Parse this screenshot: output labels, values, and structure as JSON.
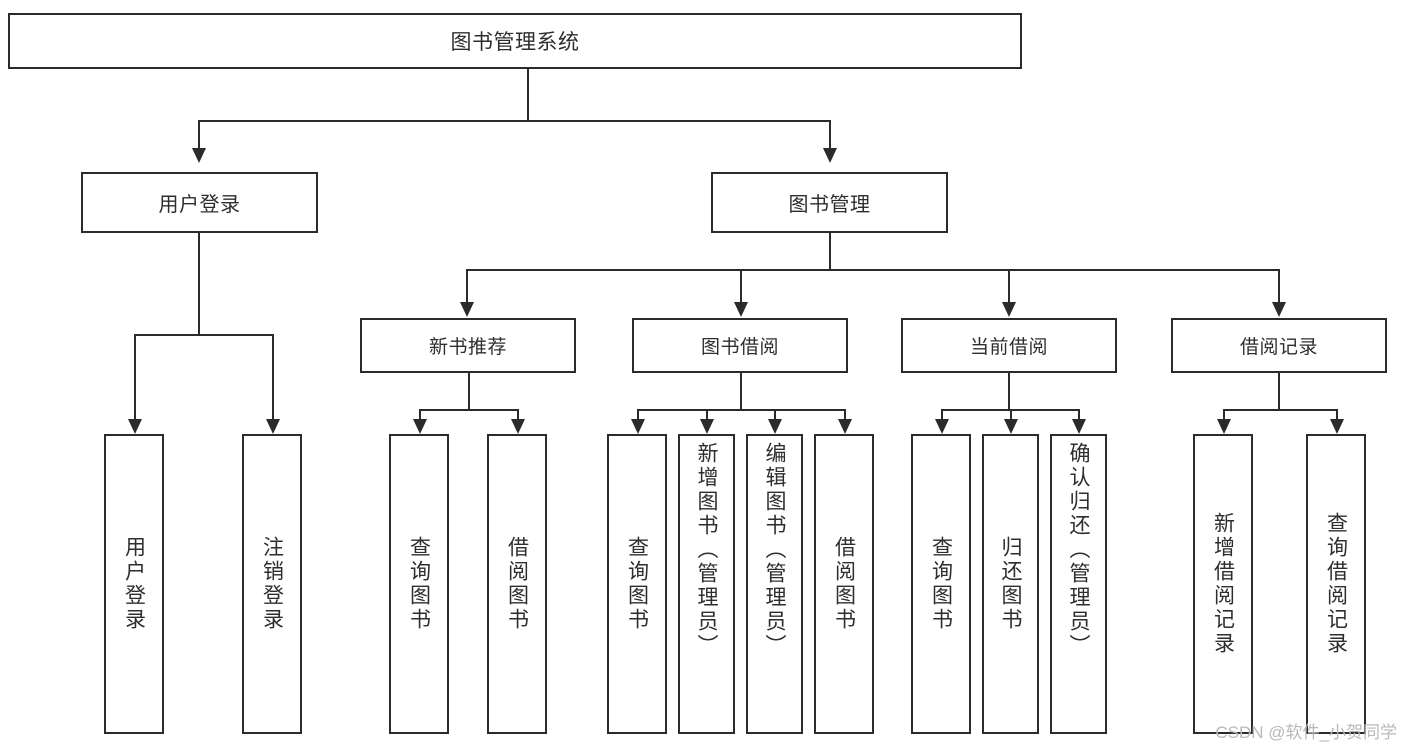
{
  "diagram": {
    "title": "图书管理系统",
    "type": "tree-hierarchy",
    "watermark": "CSDN @软件_小贺同学",
    "root": {
      "label": "图书管理系统"
    },
    "level2": [
      {
        "label": "用户登录"
      },
      {
        "label": "图书管理"
      }
    ],
    "level3": [
      {
        "label": "新书推荐"
      },
      {
        "label": "图书借阅"
      },
      {
        "label": "当前借阅"
      },
      {
        "label": "借阅记录"
      }
    ],
    "leaves": {
      "user_login": [
        {
          "label": "用户登录"
        },
        {
          "label": "注销登录"
        }
      ],
      "new_book": [
        {
          "label": "查询图书"
        },
        {
          "label": "借阅图书"
        }
      ],
      "book_borrow": [
        {
          "label": "查询图书"
        },
        {
          "label": "新增图书（管理员）"
        },
        {
          "label": "编辑图书（管理员）"
        },
        {
          "label": "借阅图书"
        }
      ],
      "current_borrow": [
        {
          "label": "查询图书"
        },
        {
          "label": "归还图书"
        },
        {
          "label": "确认归还（管理员）"
        }
      ],
      "borrow_record": [
        {
          "label": "新增借阅记录"
        },
        {
          "label": "查询借阅记录"
        }
      ]
    },
    "colors": {
      "stroke": "#2b2b2b",
      "text": "#2e2e2e",
      "background": "#ffffff",
      "watermark": "#b9b9b9"
    }
  }
}
